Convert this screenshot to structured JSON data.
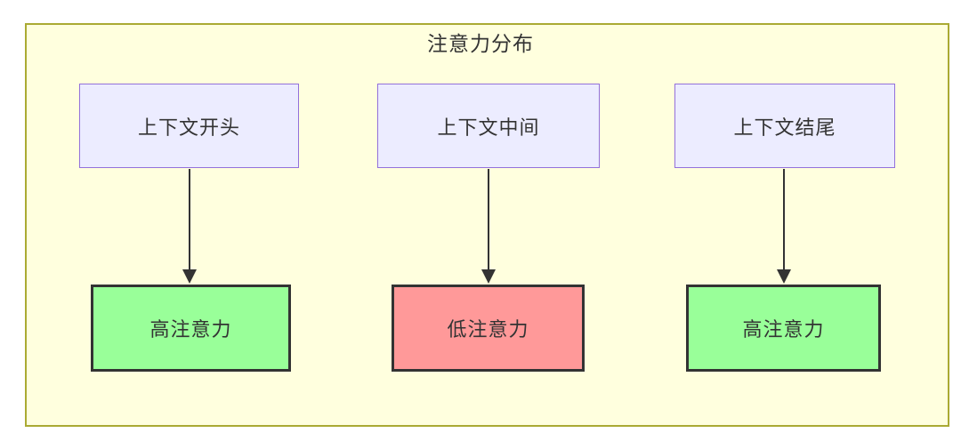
{
  "diagram": {
    "title": "注意力分布",
    "top_nodes": [
      {
        "id": "context-start",
        "label": "上下文开头"
      },
      {
        "id": "context-middle",
        "label": "上下文中间"
      },
      {
        "id": "context-end",
        "label": "上下文结尾"
      }
    ],
    "bottom_nodes": [
      {
        "id": "attention-high-1",
        "label": "高注意力",
        "level": "high"
      },
      {
        "id": "attention-low",
        "label": "低注意力",
        "level": "low"
      },
      {
        "id": "attention-high-2",
        "label": "高注意力",
        "level": "high"
      }
    ],
    "edges": [
      {
        "from": "上下文开头",
        "to": "高注意力"
      },
      {
        "from": "上下文中间",
        "to": "低注意力"
      },
      {
        "from": "上下文结尾",
        "to": "高注意力"
      }
    ],
    "colors": {
      "page_background": "#ffffff",
      "container_fill": "#ffffde",
      "container_border": "#aaaa33",
      "context_node_fill": "#ececff",
      "context_node_border": "#9370db",
      "high_attention_fill": "#99ff99",
      "low_attention_fill": "#ff9999",
      "attention_node_border": "#333333",
      "arrow_color": "#333333",
      "text_color": "#333333"
    }
  }
}
